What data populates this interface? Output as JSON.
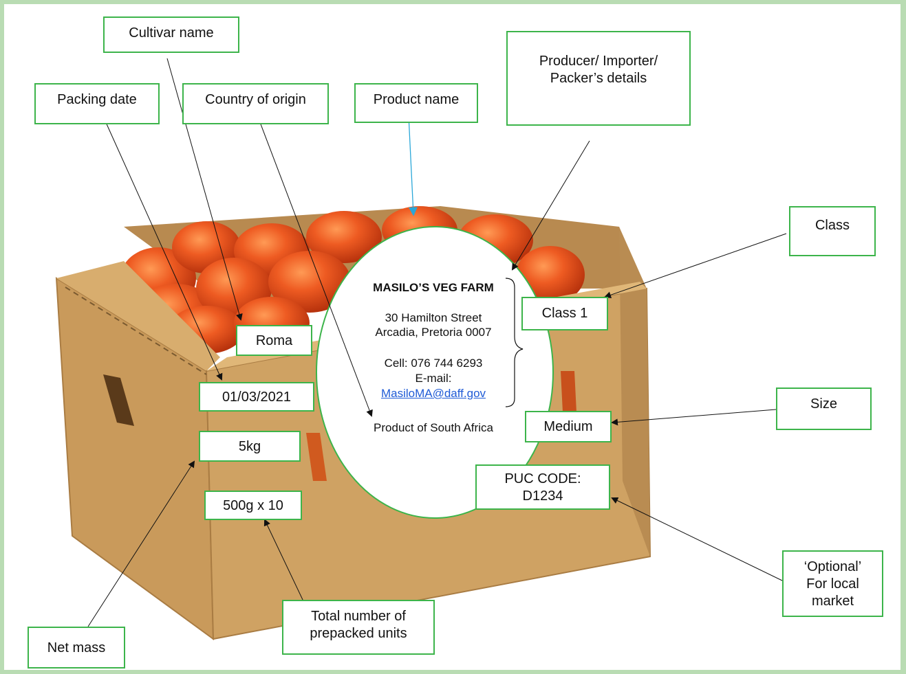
{
  "callouts": {
    "cultivar": "Cultivar name",
    "packing_date": "Packing date",
    "country": "Country of origin",
    "product": "Product name",
    "producer": [
      "Producer/ Importer/",
      "Packer’s details"
    ],
    "class": "Class",
    "size": "Size",
    "optional": [
      "‘Optional’",
      "For local",
      "market"
    ],
    "total_units": [
      "Total number of",
      "prepacked units"
    ],
    "net_mass": "Net mass"
  },
  "label_values": {
    "variety": "Roma",
    "date": "01/03/2021",
    "mass": "5kg",
    "units": "500g x 10",
    "class": "Class 1",
    "size": "Medium",
    "puc": [
      "PUC CODE:",
      "D1234"
    ]
  },
  "oval": {
    "farm_name": "MASILO’S VEG FARM",
    "address1": "30 Hamilton Street",
    "address2": "Arcadia, Pretoria 0007",
    "cell": "Cell: 076 744 6293",
    "email_label": "E-mail:",
    "email": "MasiloMA@daff.gov",
    "origin": "Product of South Africa"
  },
  "colors": {
    "page_background": "#b9dcb3",
    "box_border": "#3cb44a",
    "product_arrow": "#2aa7d8",
    "box_cardboard": "#c99a5b",
    "tomato": "#e2541f",
    "link": "#1f5bd6"
  }
}
